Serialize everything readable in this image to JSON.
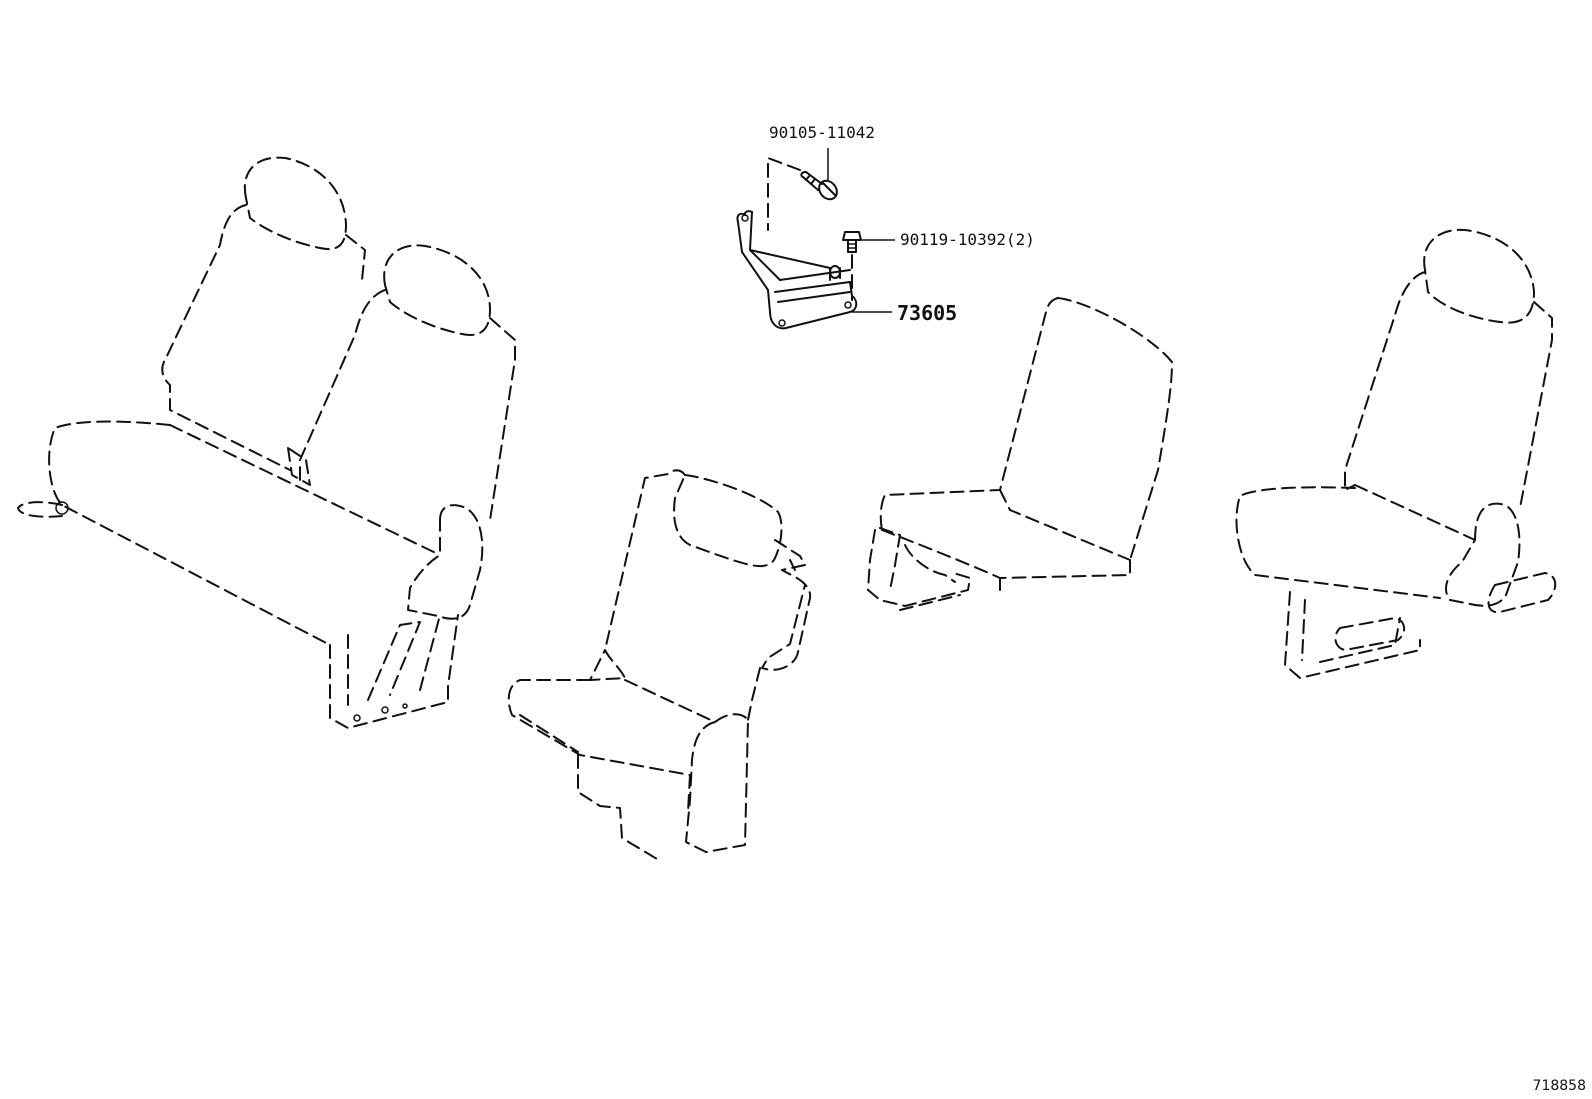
{
  "diagram": {
    "parts": [
      {
        "id": "bolt",
        "number": "90105-11042"
      },
      {
        "id": "bolt-small",
        "number": "90119-10392(2)"
      },
      {
        "id": "bracket",
        "number": "73605"
      }
    ],
    "illustration_id": "718858"
  }
}
